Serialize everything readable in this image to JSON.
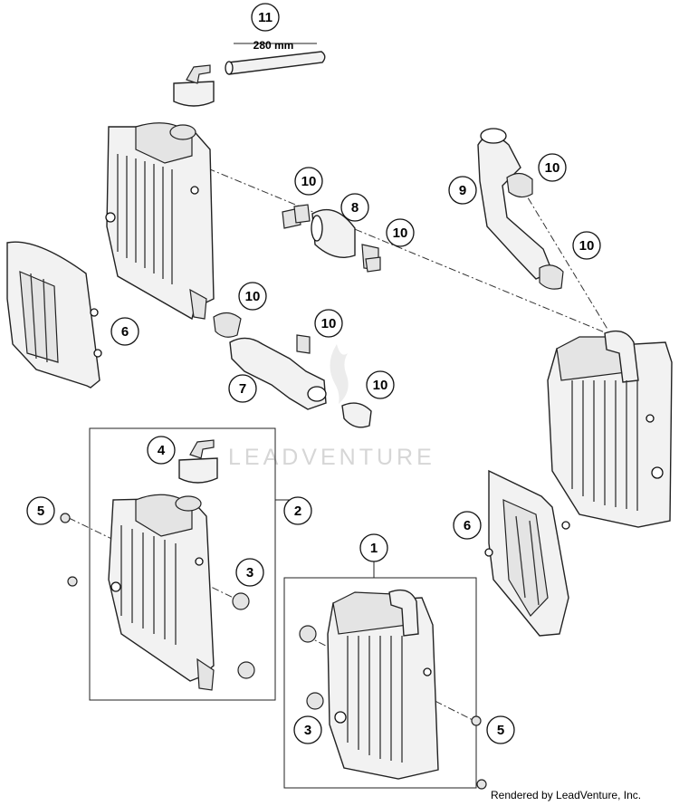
{
  "watermark": "LEADVENTURE",
  "credit": "Rendered by LeadVenture, Inc.",
  "hose_length_label": "280 mm",
  "callouts": {
    "c11": "11",
    "c10a": "10",
    "c10b": "10",
    "c10c": "10",
    "c10d": "10",
    "c10e": "10",
    "c10f": "10",
    "c10g": "10",
    "c9": "9",
    "c8": "8",
    "c7": "7",
    "c6a": "6",
    "c6b": "6",
    "c5a": "5",
    "c5b": "5",
    "c4": "4",
    "c3a": "3",
    "c3b": "3",
    "c2": "2",
    "c1": "1"
  }
}
